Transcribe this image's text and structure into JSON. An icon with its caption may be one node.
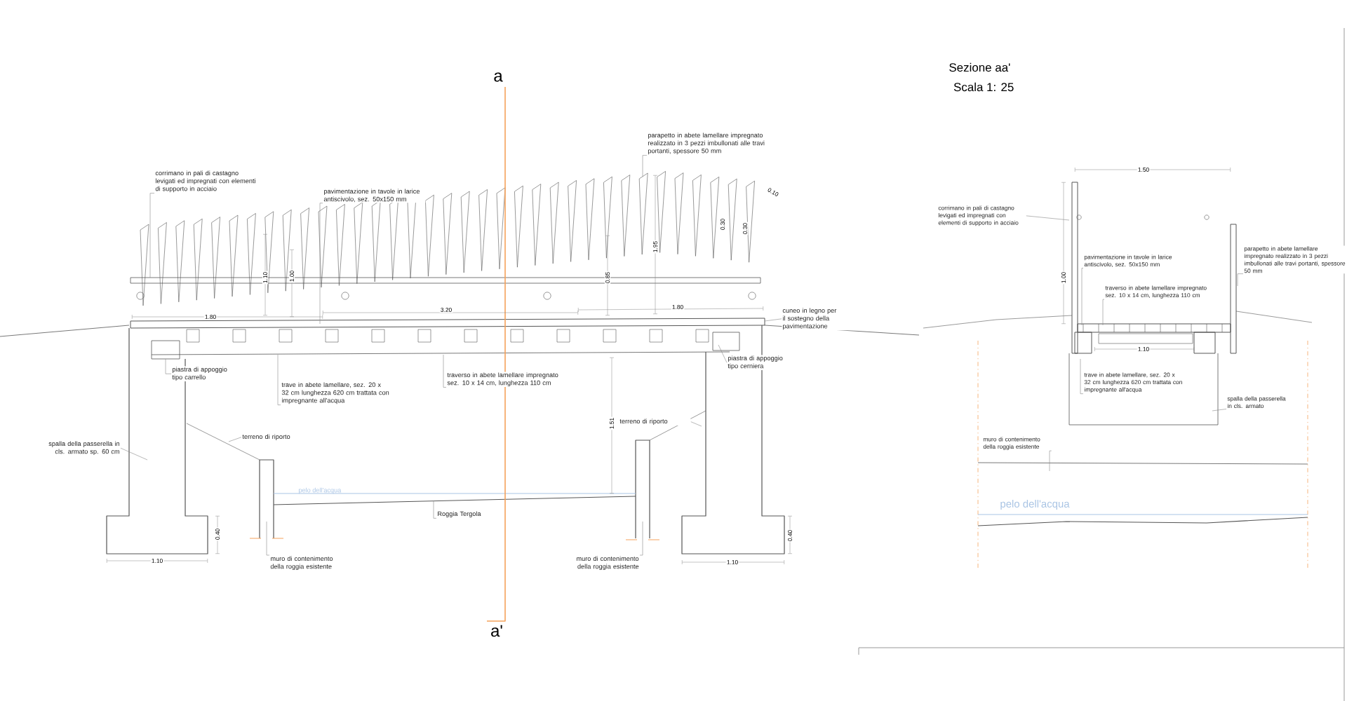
{
  "diagram": {
    "title": "Sezione aa'",
    "nodes": [
      {
        "text": [
          "corrimano in pali di castagno levigati ed impregnati con elementi di supporto in acciaio"
        ]
      },
      {
        "text": [
          "pavimentazione in tavole in larice antiscivolo, sez. 50x150 mm"
        ]
      },
      {
        "text": [
          "parapetto in abete lamellare impregnato realizzato in 3 pezzi imbullonati alle travi portanti, spessore 50 mm"
        ]
      },
      {
        "text": [
          "cuneo in legno per il sostegno della pavimentazione"
        ]
      },
      {
        "text": [
          "piastra di appoggio tipo carrello"
        ]
      },
      {
        "text": [
          "trave in abete lamellare, sez. 20 x 32 cm lunghezza 620 cm trattata con impregnante all'acqua"
        ]
      },
      {
        "text": [
          "traverso in abete lamellare impregnato sez. 10 x 14 cm, lunghezza 110 cm"
        ]
      },
      {
        "text": [
          "piastra di appoggio tipo cerniera"
        ]
      },
      {
        "text": [
          "spalla della passerella in cls. armato sp. 60 cm"
        ]
      },
      {
        "text": [
          "terreno di riporto"
        ]
      },
      {
        "text": [
          "terreno di riporto"
        ]
      },
      {
        "text": [
          "Roggia Tergola"
        ]
      },
      {
        "text": [
          "muro di contenimento della roggia esistente"
        ]
      },
      {
        "text": [
          "muro di contenimento della roggia esistente"
        ]
      },
      {
        "text": [
          "corrimano in pali di castagno levigati ed impregnati con elementi di supporto in acciaio"
        ]
      },
      {
        "text": [
          "pavimentazione in tavole in larice antiscivolo, sez. 50x150 mm"
        ]
      },
      {
        "text": [
          "parapetto in abete lamellare impregnato realizzato in 3 pezzi imbullonati alle travi portanti, spessore 50 mm"
        ]
      },
      {
        "text": [
          "traverso in abete lamellare impregnato sez. 10 x 14 cm, lunghezza 110 cm"
        ]
      },
      {
        "text": [
          "trave in abete lamellare, sez. 20 x 32 cm lunghezza 620 cm trattata con impregnante all'acqua"
        ]
      },
      {
        "text": [
          "spalla della passerella in cls. armato"
        ]
      },
      {
        "text": [
          "muro di contenimento della roggia esistente"
        ]
      }
    ],
    "edges": [
      {
        "from": 0,
        "to": null,
        "arrow": "none"
      },
      {
        "from": 1,
        "to": null,
        "arrow": "none"
      },
      {
        "from": 2,
        "to": null,
        "arrow": "none"
      },
      {
        "from": 3,
        "to": null,
        "arrow": "none"
      },
      {
        "from": 4,
        "to": null,
        "arrow": "none"
      },
      {
        "from": 5,
        "to": null,
        "arrow": "none"
      },
      {
        "from": 6,
        "to": null,
        "arrow": "none"
      },
      {
        "from": 7,
        "to": null,
        "arrow": "none"
      },
      {
        "from": 8,
        "to": null,
        "arrow": "none"
      },
      {
        "from": 9,
        "to": null,
        "arrow": "none"
      },
      {
        "from": 10,
        "to": null,
        "arrow": "none"
      },
      {
        "from": 11,
        "to": null,
        "arrow": "none"
      },
      {
        "from": 12,
        "to": null,
        "arrow": "none"
      },
      {
        "from": 13,
        "to": null,
        "arrow": "none"
      },
      {
        "from": 14,
        "to": null,
        "arrow": "none"
      },
      {
        "from": 15,
        "to": null,
        "arrow": "none"
      },
      {
        "from": 16,
        "to": null,
        "arrow": "none"
      },
      {
        "from": 17,
        "to": null,
        "arrow": "none"
      },
      {
        "from": 18,
        "to": null,
        "arrow": "none"
      },
      {
        "from": 19,
        "to": null,
        "arrow": "none"
      },
      {
        "from": 20,
        "to": null,
        "arrow": "none"
      }
    ],
    "labels": [
      "a",
      "a'",
      "Scala 1: 25",
      "1.80",
      "3.20",
      "1.80",
      "1.10",
      "1.00",
      "0.85",
      "1.95",
      "0.30",
      "0.30",
      "0.10",
      "1.51",
      "pelo dell'acqua",
      "0.40",
      "1.10",
      "0.40",
      "1.10",
      "1.50",
      "1.00",
      "1.10",
      "pelo dell'acqua"
    ]
  }
}
